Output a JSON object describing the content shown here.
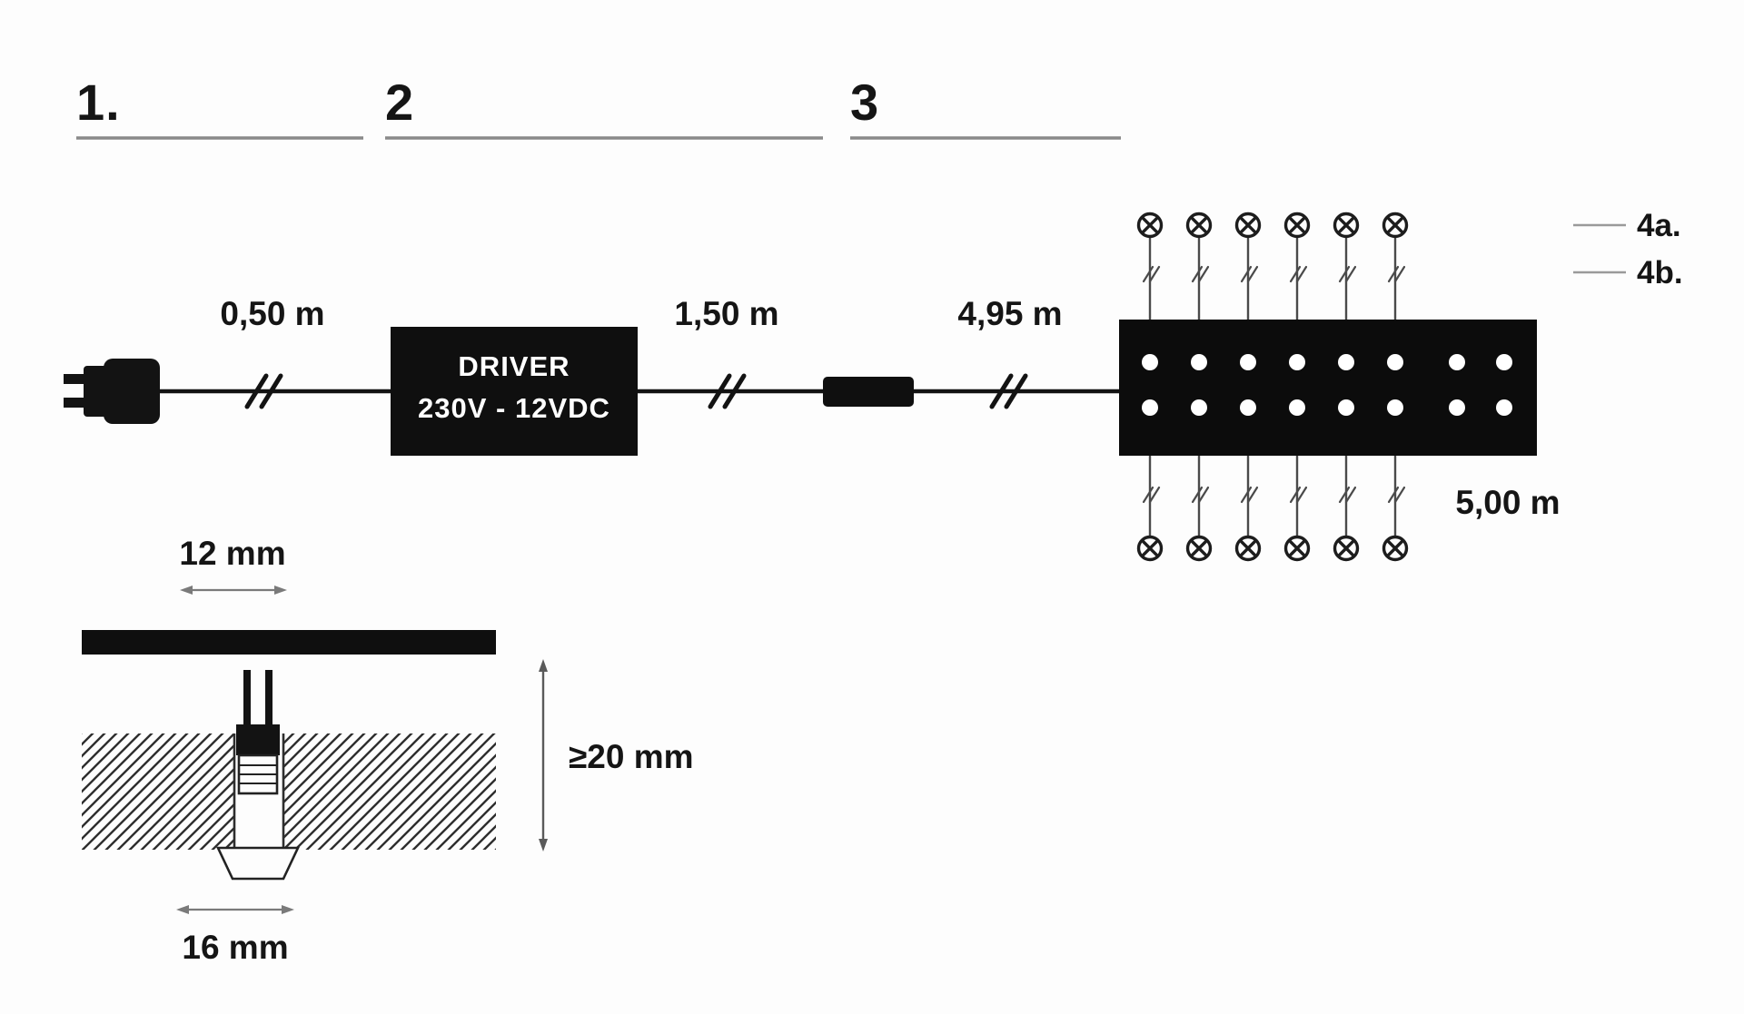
{
  "steps": [
    {
      "label": "1."
    },
    {
      "label": "2"
    },
    {
      "label": "3"
    }
  ],
  "wiring": {
    "plug_to_driver_length": "0,50 m",
    "driver_line1": "DRIVER",
    "driver_line2": "230V - 12VDC",
    "driver_to_connector_length": "1,50 m",
    "connector_to_box_length": "4,95 m",
    "fiber_label_a": "4a.",
    "fiber_label_b": "4b.",
    "fiber_bundle_length": "5,00 m"
  },
  "cross_section": {
    "hole_top_width": "12 mm",
    "min_depth": "≥20 mm",
    "hole_bottom_width": "16 mm"
  },
  "colors": {
    "ink": "#131313",
    "gray_line": "#8a8a8a",
    "background": "#fdfdfd"
  }
}
